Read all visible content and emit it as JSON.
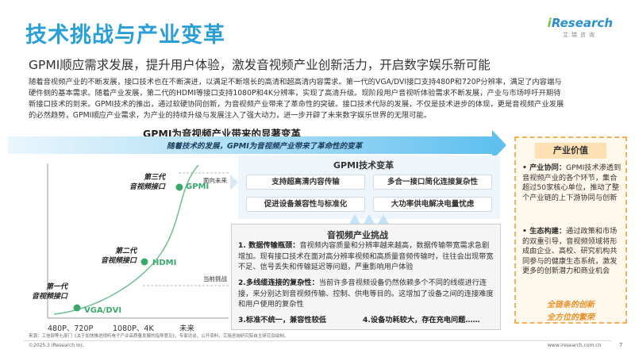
{
  "header": {
    "title": "技术挑战与产业变革",
    "logo_brand_i": "i",
    "logo_brand_rest": "Research",
    "logo_sub": "艾瑞咨询",
    "subtitle": "GPMI顺应需求发展，提升用户体验，激发音视频产业创新活力，开启数字娱乐新可能"
  },
  "intro": {
    "line1": "随着音视频产业的不断发展，接口技术也在不断演进，以满足不断增长的高清和超高清内容需求。第一代的VGA/DVI接口支持480P和720P分辨率，满足了内容端与",
    "line2": "硬件侧的基本需求。随着产业发展，第二代的HDMI等接口支持1080P和4K分辨率，实现了高清升级。现阶段用户音视听体验需求不断发展，产业与市场呼吁开期待",
    "line3": "新接口技术的到来。GPMI技术的推出，通过软硬协同创新，为音视频产业带来了革命性的突破。接口技术代际的发展，不仅是技术进步的体现，更是音视频产业发展",
    "line4": "的必然趋势，GPMI顺应产业需求，为产业的持续升级与发展注入了强大动力，进一步开辟了未来数字娱乐世界的无限可能。"
  },
  "banner": {
    "title": "GPMI为音视频产业带来的显著变革",
    "arrow_text": "随着技术的发展，GPMI为音视频产业带来了革命性的变革"
  },
  "generations": {
    "gen1_line1": "第一代",
    "gen1_line2": "音视频接口",
    "gen1_tech": "VGA/DVI",
    "gen2_line1": "第二代",
    "gen2_line2": "音视频接口",
    "gen2_tech": "HDMI",
    "gen3_line1": "第三代",
    "gen3_line2": "音视频接口",
    "gen3_tech": "GPMI",
    "future_label": "面向未来",
    "current_label": "当前挑战",
    "x_ticks": [
      "480P、720P",
      "1080P、4K",
      "未来"
    ]
  },
  "tech_change": {
    "title": "GPMI技术变革",
    "items": [
      "支持超高清内容传输",
      "多合一接口简化连接复杂性",
      "促进设备兼容性与标准化",
      "大功率供电解决电量忧虑"
    ]
  },
  "challenges": {
    "title": "音视频产业挑战",
    "c1_head": "1. 数据传输瓶颈：",
    "c1_body": "音视频内容质量和分辨率越来越高，数据传输带宽需求急剧增加。现有接口技术在面对高分辨率视频和高质量音频传输时，往往会出现带宽不足、信号丢失和传输延迟等问题，严重影响用户体验",
    "c2_head": "2.多线缆连接的复杂性：",
    "c2_body": "当前许多音视频设备仍然依赖多个不同的线缆进行连接，来分别达到音视频传输、控制、供电等目的。这增加了设备之间的连接难度和用户使用的复杂性",
    "c3": "3.标准不统一，兼容性较低",
    "c4": "4.设备功耗较大，存在充电问题……"
  },
  "value": {
    "title": "产业价值",
    "v1_head": "产业协同：",
    "v1_body": "GPMI技术渗透到音视频产业的各个环节，集合超过50家核心单位，推动了整个产业链的上下游协同与创新",
    "v2_head": "生态构建：",
    "v2_body": "通过政策和市场的双重引导，音视频领域将形成由企业、高校、研究机构共同参与的健康生态系统，激发更多的创新潜力和商业机会",
    "slogan1": "全链条的创新",
    "slogan2": "全方位的繁荣"
  },
  "footer": {
    "source": "来源：工信部等七部门《关于加快推进视听电子产业高质量发展的指导意见》，专家访谈，公开资料，艾瑞咨询研究院自主研究及绘制。",
    "copyright": "©2025.3 iResearch Inc.",
    "website": "www.iresearch.com.cn",
    "page": "7"
  },
  "colors": {
    "title_blue": "#2a9fd6",
    "accent_green": "#3aa86b",
    "accent_orange": "#e8902a"
  }
}
